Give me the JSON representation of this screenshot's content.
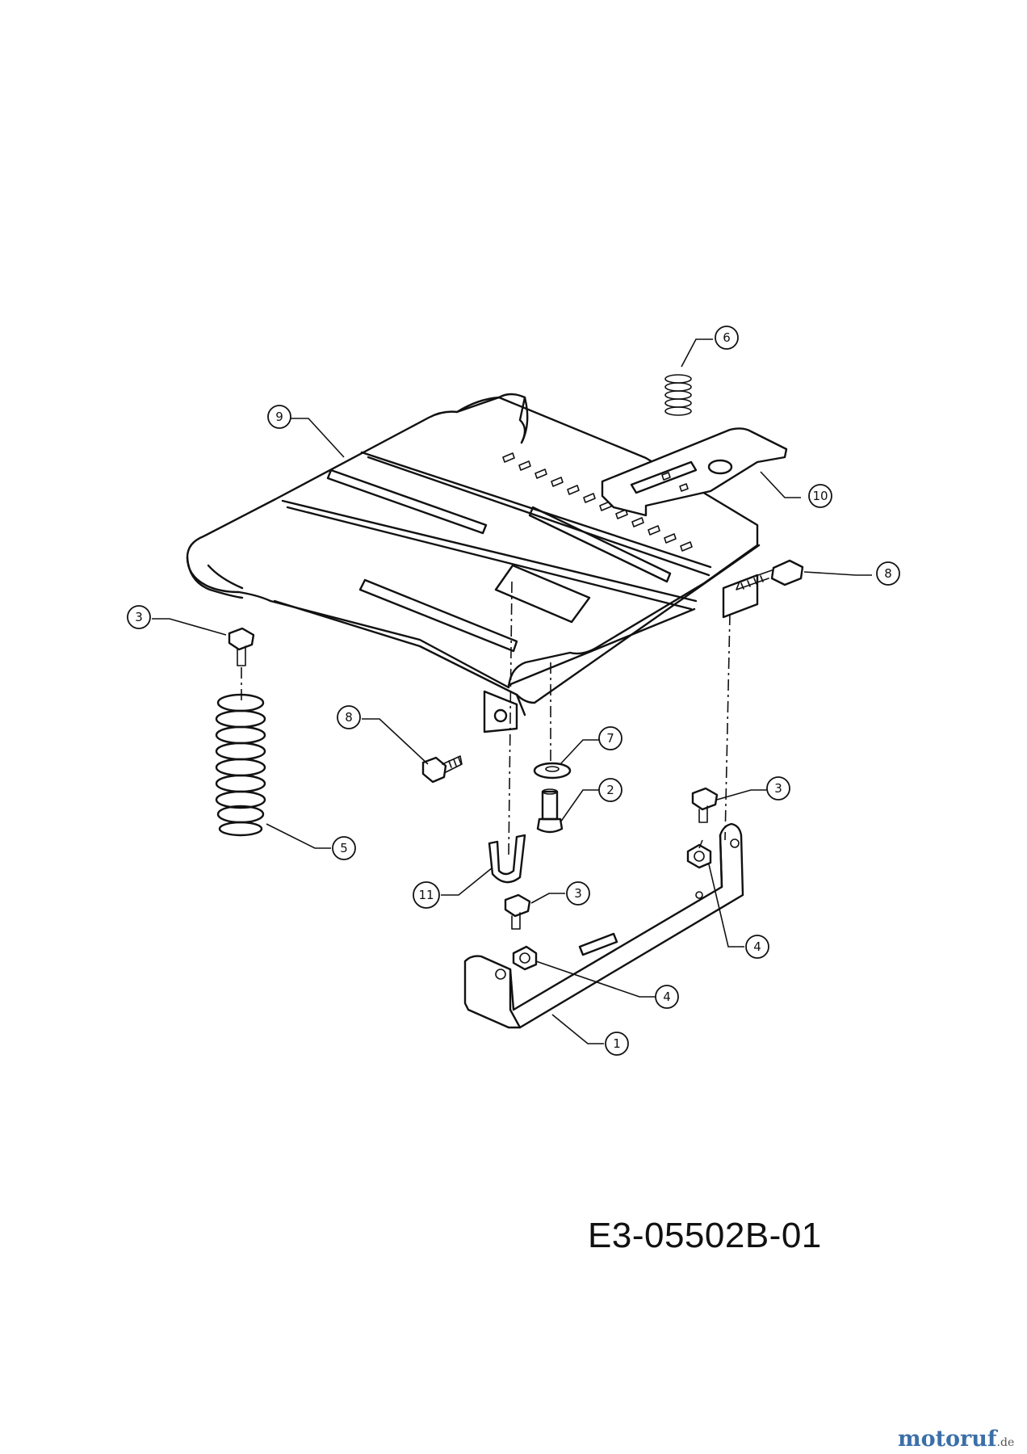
{
  "drawing_number": "E3-05502B-01",
  "logo": {
    "name": "motoruf",
    "tld": ".de"
  },
  "callouts": [
    {
      "id": "c6",
      "label": "6"
    },
    {
      "id": "c9",
      "label": "9"
    },
    {
      "id": "c10",
      "label": "10"
    },
    {
      "id": "c8a",
      "label": "8"
    },
    {
      "id": "c3a",
      "label": "3"
    },
    {
      "id": "c8b",
      "label": "8"
    },
    {
      "id": "c7",
      "label": "7"
    },
    {
      "id": "c2",
      "label": "2"
    },
    {
      "id": "c3b",
      "label": "3"
    },
    {
      "id": "c5",
      "label": "5"
    },
    {
      "id": "c11",
      "label": "11"
    },
    {
      "id": "c3c",
      "label": "3"
    },
    {
      "id": "c4a",
      "label": "4"
    },
    {
      "id": "c4b",
      "label": "4"
    },
    {
      "id": "c1",
      "label": "1"
    }
  ]
}
